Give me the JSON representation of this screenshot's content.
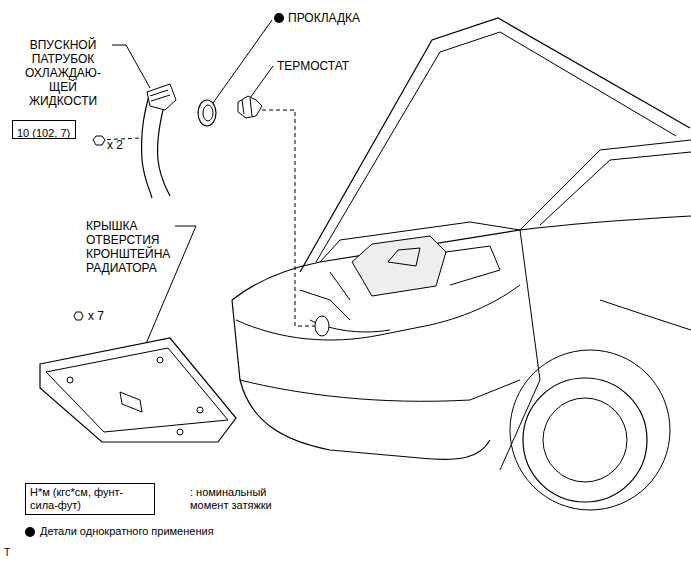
{
  "diagram": {
    "nodes": [
      {
        "text": [
          "10 (102, 7)"
        ]
      },
      {
        "text": [
          "Н*м (кгс*см, фунт-сила-фут)"
        ]
      }
    ],
    "labels": [
      "ВПУСКНОЙ ПАТРУБОК ОХЛАЖДАЮ- ЩЕЙ ЖИДКОСТИ",
      "x 2",
      "ПРОКЛАДКА",
      "ТЕРМОСТАТ",
      "КРЫШКА ОТВЕРСТИЯ КРОНШТЕЙНА РАДИАТОРА",
      "x 7",
      "T"
    ],
    "legend": [
      {
        "text": ": номинальный момент затяжки"
      },
      {
        "text": "Детали однократного применения"
      }
    ]
  }
}
